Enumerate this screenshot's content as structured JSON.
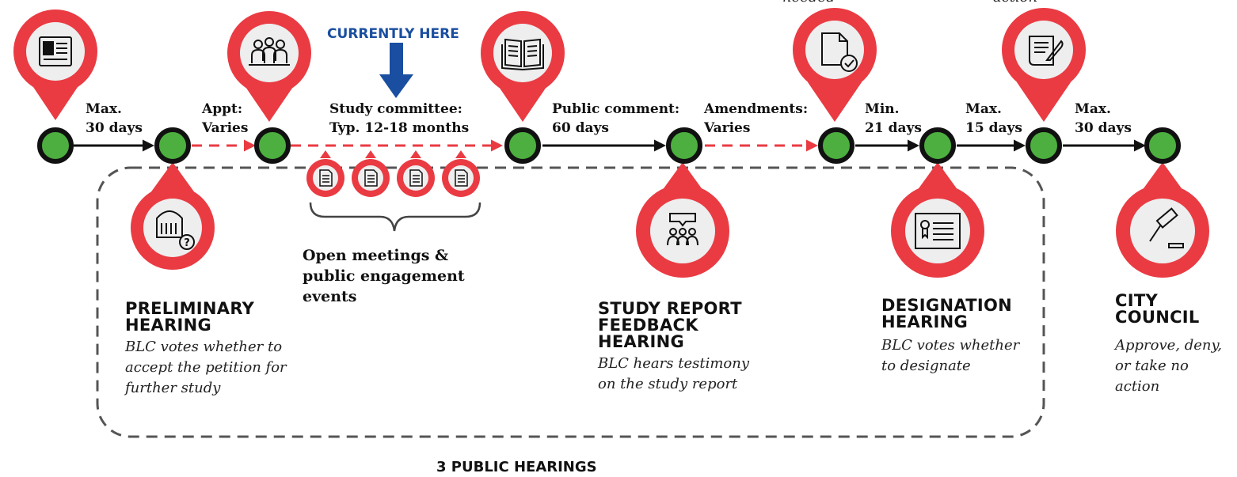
{
  "currently_here": "CURRENTLY HERE",
  "cut_top_left": "needed",
  "cut_top_right": "action",
  "intervals": [
    {
      "line1": "Max.",
      "line2": "30 days"
    },
    {
      "line1": "Appt:",
      "line2": "Varies"
    },
    {
      "line1": "Study committee:",
      "line2": "Typ. 12-18 months"
    },
    {
      "line1": "Public comment:",
      "line2": "60 days"
    },
    {
      "line1": "Amendments:",
      "line2": "Varies"
    },
    {
      "line1": "Min.",
      "line2": "21 days"
    },
    {
      "line1": "Max.",
      "line2": "15 days"
    },
    {
      "line1": "Max.",
      "line2": "30 days"
    }
  ],
  "meetings_label": {
    "line1": "Open meetings &",
    "line2": "public engagement",
    "line3": "events"
  },
  "stages": [
    {
      "title1": "PRELIMINARY",
      "title2": "HEARING",
      "title3": "",
      "desc1": "BLC votes whether to",
      "desc2": "accept the petition for",
      "desc3": "further study"
    },
    {
      "title1": "STUDY REPORT",
      "title2": "FEEDBACK",
      "title3": "HEARING",
      "desc1": "BLC hears testimony",
      "desc2": "on the study report",
      "desc3": ""
    },
    {
      "title1": "DESIGNATION",
      "title2": "HEARING",
      "title3": "",
      "desc1": "BLC votes whether",
      "desc2": "to designate",
      "desc3": ""
    },
    {
      "title1": "CITY",
      "title2": "COUNCIL",
      "title3": "",
      "desc1": "Approve, deny,",
      "desc2": "or take no",
      "desc3": "action"
    }
  ],
  "footer": "3 PUBLIC HEARINGS",
  "colors": {
    "red": "#ea3b43",
    "green": "#4caf3f",
    "blue": "#1a4ea0",
    "dark": "#111111",
    "pin_inner": "#eeeeee"
  }
}
